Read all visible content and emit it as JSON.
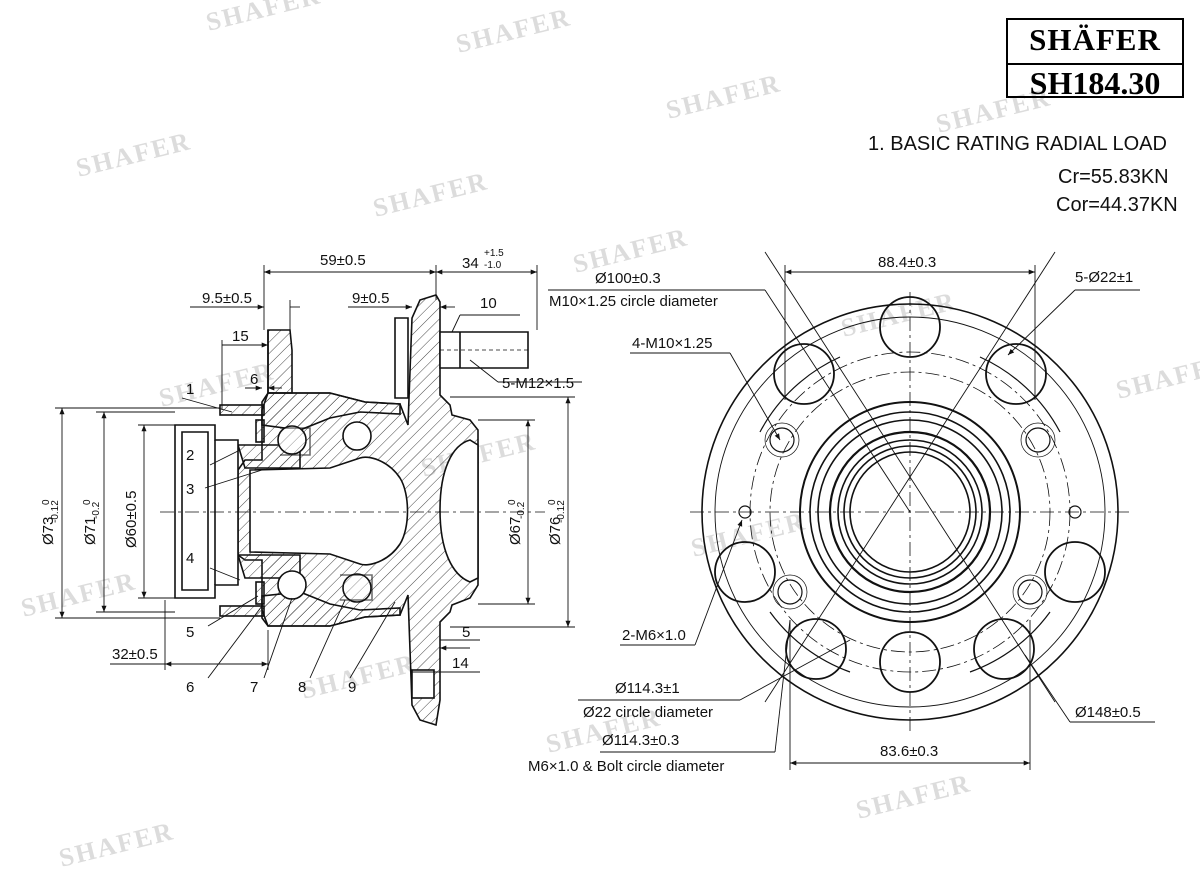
{
  "watermark": "SHAFER",
  "brand": {
    "name": "SHÄFER",
    "part_number": "SH184.30"
  },
  "spec": {
    "title": "1. BASIC RATING RADIAL LOAD",
    "cr": "Cr=55.83KN",
    "cor": "Cor=44.37KN"
  },
  "side_view": {
    "dims": {
      "d59": "59±0.5",
      "d34": "34",
      "d34_tol_up": "+1.5",
      "d34_tol_dn": "-1.0",
      "d9_5": "9.5±0.5",
      "d9": "9±0.5",
      "d15": "15",
      "d6": "6",
      "d5_top_stud": "10",
      "stud": "5-M12×1.5",
      "d73": "Ø73",
      "d73_tol_up": "0",
      "d73_tol_dn": "-0.12",
      "d71": "Ø71",
      "d71_tol_up": "0",
      "d71_tol_dn": "-0.2",
      "d60": "Ø60±0.5",
      "d67": "Ø67",
      "d67_tol_up": "0",
      "d67_tol_dn": "-0.2",
      "d76": "Ø76",
      "d76_tol_up": "0",
      "d76_tol_dn": "-0.12",
      "d32": "32±0.5",
      "d5_flange": "5",
      "d14": "14"
    },
    "callouts": [
      "1",
      "2",
      "3",
      "4",
      "5",
      "6",
      "7",
      "8",
      "9"
    ]
  },
  "front_view": {
    "d100": "Ø100±0.3",
    "d100_note": "M10×1.25 circle diameter",
    "d88": "88.4±0.3",
    "holes22": "5-Ø22±1",
    "m10": "4-M10×1.25",
    "m6": "2-M6×1.0",
    "d114_1": "Ø114.3±1",
    "d114_1_note": "Ø22 circle diameter",
    "d114_2": "Ø114.3±0.3",
    "d114_2_note": "M6×1.0 & Bolt circle diameter",
    "d148": "Ø148±0.5",
    "d83": "83.6±0.3"
  }
}
